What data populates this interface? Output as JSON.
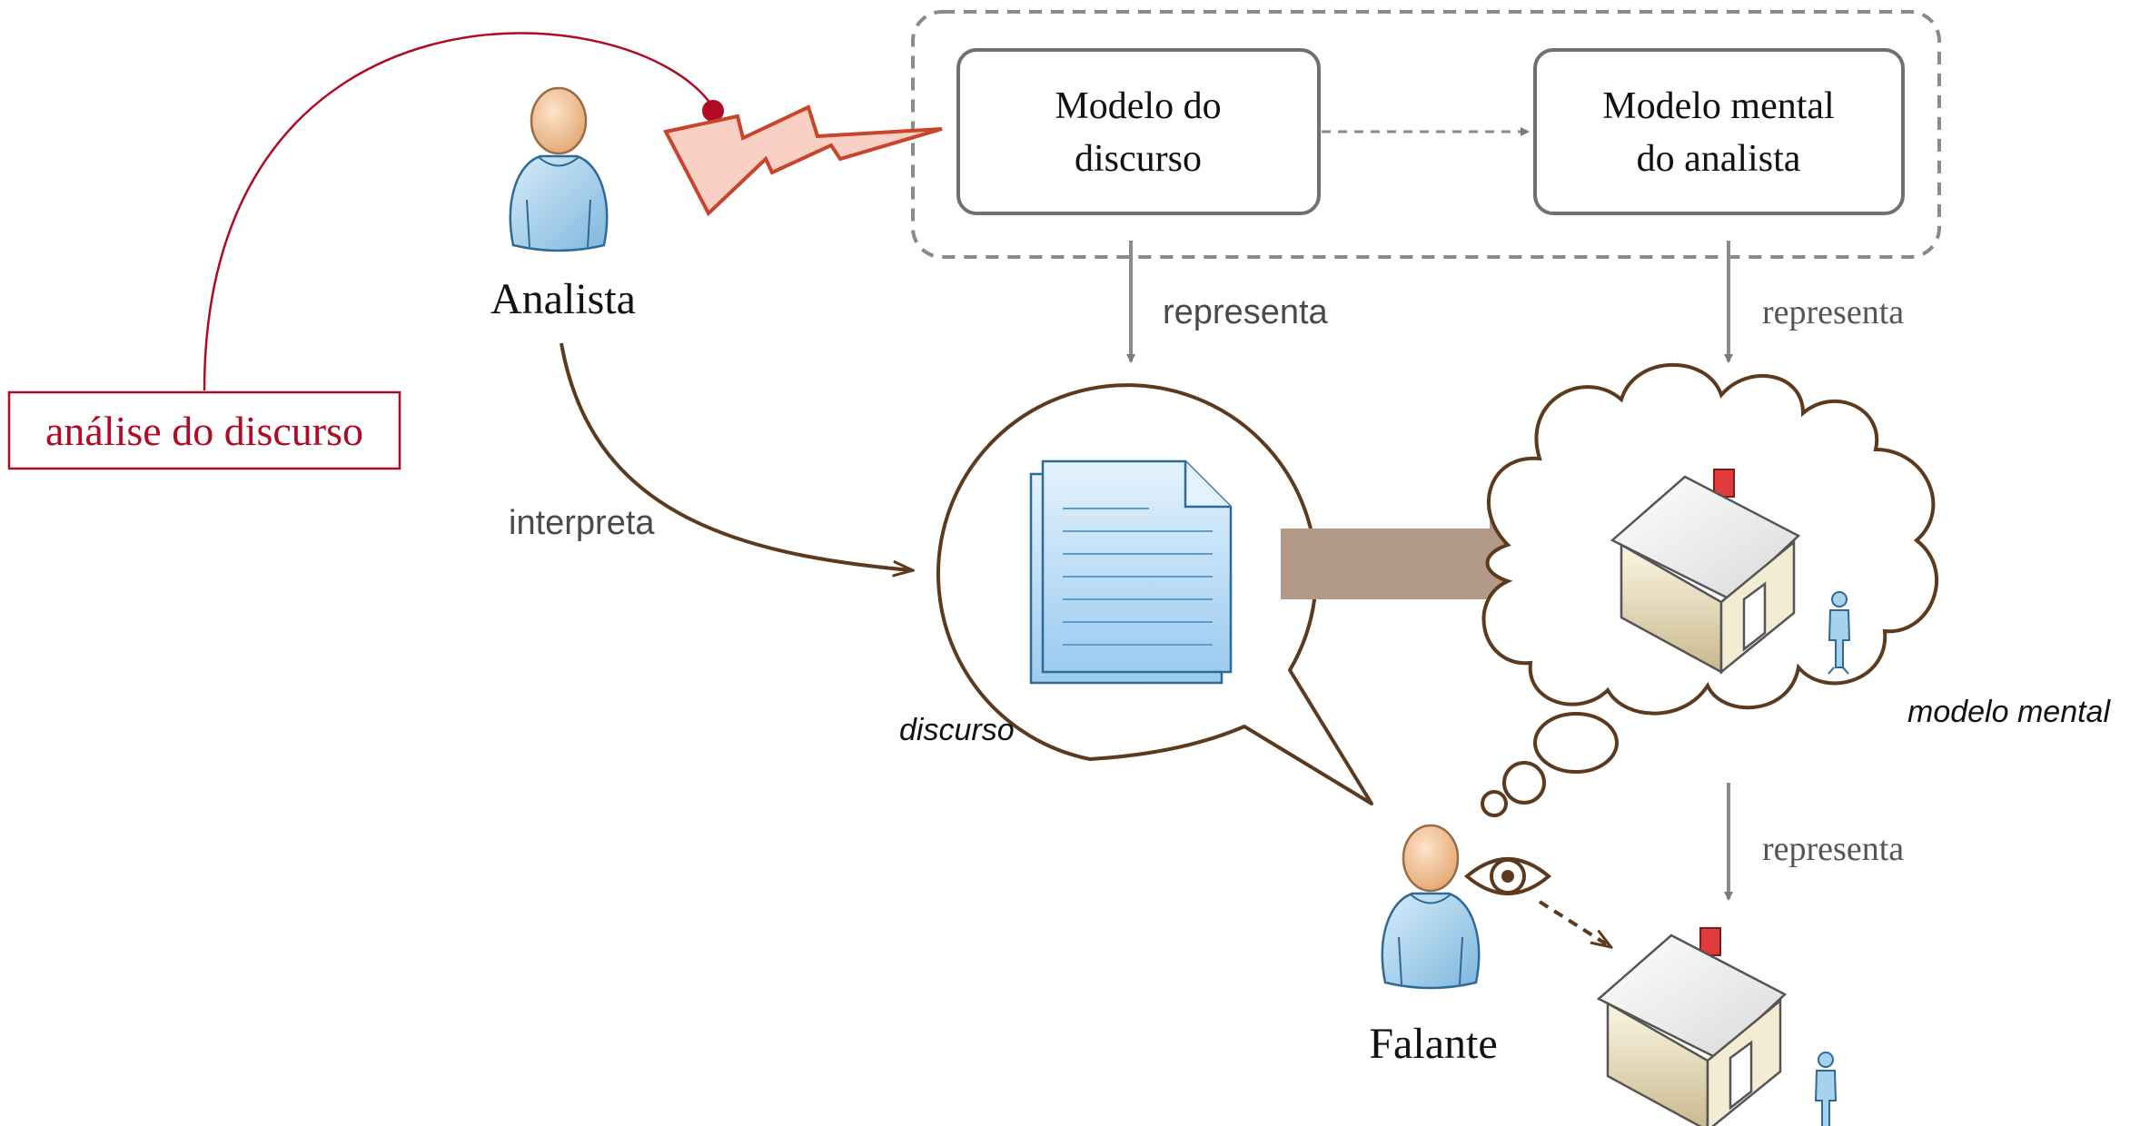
{
  "labels": {
    "analise": "análise do discurso",
    "analista": "Analista",
    "interpreta": "interpreta",
    "modelo_discurso_line1": "Modelo do",
    "modelo_discurso_line2": "discurso",
    "modelo_mental_analista_line1": "Modelo mental",
    "modelo_mental_analista_line2": "do analista",
    "representa_1": "representa",
    "representa_2": "representa",
    "representa_3": "representa",
    "discurso": "discurso",
    "modelo_mental": "modelo mental",
    "falante": "Falante"
  },
  "colors": {
    "analise_red": "#b00a24",
    "brown": "#5c3a1e",
    "grey": "#7a7a7a",
    "box_border": "#707070",
    "bolt_fill": "#fad0c4",
    "bolt_stroke": "#c9442a",
    "big_arrow": "#b39a88",
    "document_blue": "#bcdcf5",
    "skin": "#f2c49a",
    "shirt": "#a8d2ec"
  },
  "icons": [
    "person-icon",
    "document-icon",
    "house-icon",
    "eye-icon",
    "lightning-bolt-icon",
    "thought-cloud-icon",
    "speech-bubble-icon"
  ]
}
